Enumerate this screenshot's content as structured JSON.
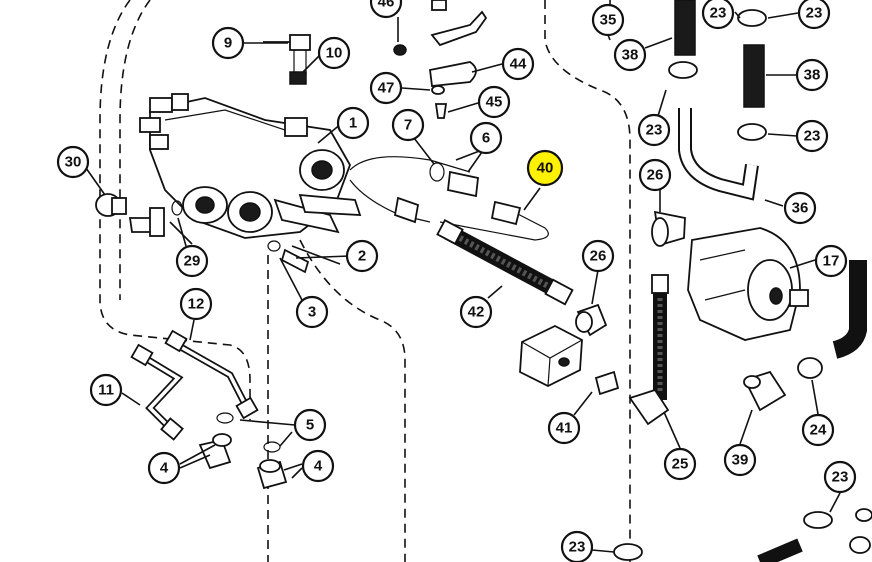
{
  "highlight_color": "#fff200",
  "callouts": {
    "c9": "9",
    "c10": "10",
    "c1": "1",
    "c30": "30",
    "c29": "29",
    "c2": "2",
    "c3": "3",
    "c12": "12",
    "c11": "11",
    "c5": "5",
    "c4a": "4",
    "c4b": "4",
    "c46": "46",
    "c44": "44",
    "c47": "47",
    "c45": "45",
    "c7": "7",
    "c6": "6",
    "c40": "40",
    "c42": "42",
    "c26a": "26",
    "c41": "41",
    "c35": "35",
    "c38a": "38",
    "c23a": "23",
    "c23b": "23",
    "c38b": "38",
    "c23c": "23",
    "c23d": "23",
    "c26b": "26",
    "c36": "36",
    "c17": "17",
    "c25": "25",
    "c39": "39",
    "c24": "24",
    "c23e": "23",
    "c23f": "23"
  }
}
